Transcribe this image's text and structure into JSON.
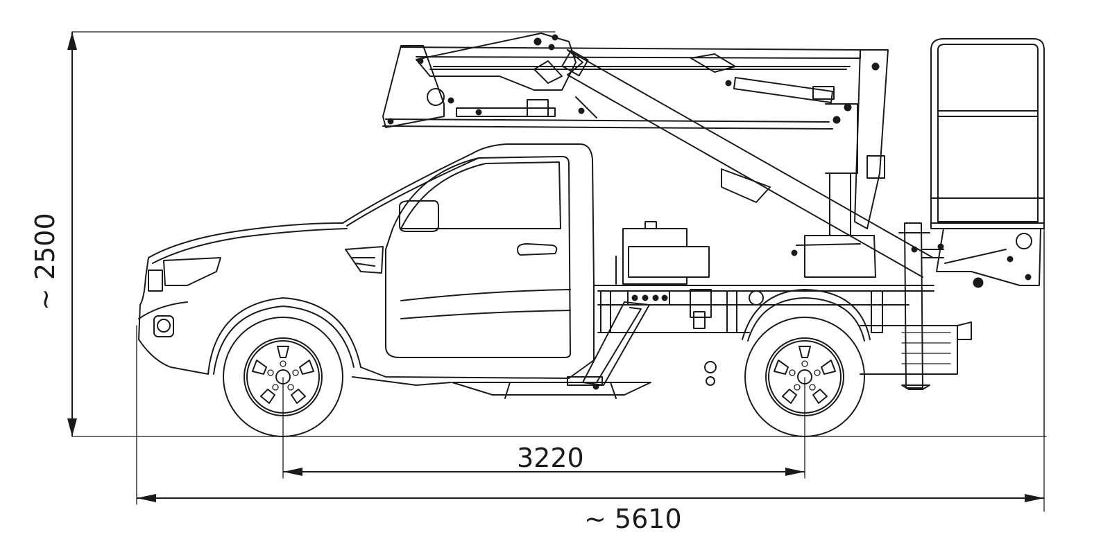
{
  "dimensions": {
    "wheelbase": "3220",
    "overall_length": "~ 5610",
    "overall_height": "~ 2500"
  },
  "colors": {
    "line": "#1a1a1a",
    "background": "#ffffff"
  }
}
